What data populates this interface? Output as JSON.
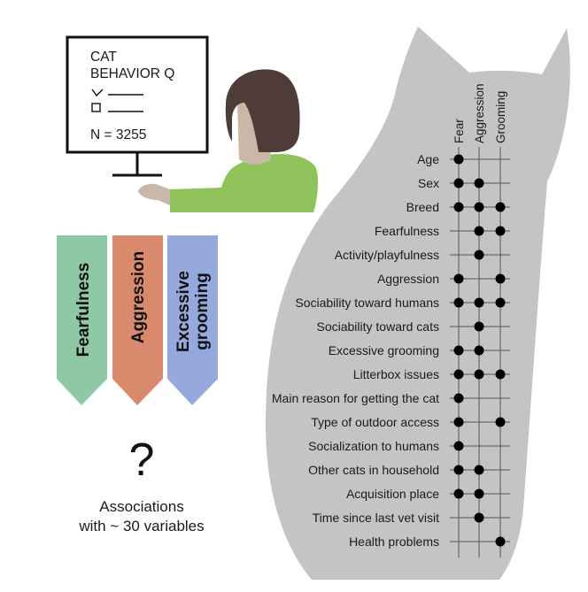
{
  "questionnaire": {
    "title_line1": "CAT",
    "title_line2": "BEHAVIOR Q",
    "sample_size": "N = 3255"
  },
  "outcomes": [
    {
      "label": "Fearfulness",
      "color": "#8fc8a4"
    },
    {
      "label": "Aggression",
      "color": "#d98a6d"
    },
    {
      "label_line1": "Excessive",
      "label_line2": "grooming",
      "color": "#96a9dc"
    }
  ],
  "question_mark": "?",
  "associations": {
    "line1": "Associations",
    "line2": "with ~ 30 variables"
  },
  "matrix": {
    "columns": [
      "Fear",
      "Aggression",
      "Grooming"
    ],
    "rows": [
      {
        "label": "Age",
        "marks": [
          1,
          0,
          0
        ]
      },
      {
        "label": "Sex",
        "marks": [
          1,
          1,
          0
        ]
      },
      {
        "label": "Breed",
        "marks": [
          1,
          1,
          1
        ]
      },
      {
        "label": "Fearfulness",
        "marks": [
          0,
          1,
          1
        ]
      },
      {
        "label": "Activity/playfulness",
        "marks": [
          0,
          1,
          0
        ]
      },
      {
        "label": "Aggression",
        "marks": [
          1,
          0,
          1
        ]
      },
      {
        "label": "Sociability toward humans",
        "marks": [
          1,
          1,
          1
        ]
      },
      {
        "label": "Sociability toward cats",
        "marks": [
          0,
          1,
          0
        ]
      },
      {
        "label": "Excessive grooming",
        "marks": [
          1,
          1,
          0
        ]
      },
      {
        "label": "Litterbox issues",
        "marks": [
          1,
          1,
          1
        ]
      },
      {
        "label": "Main reason for getting the cat",
        "marks": [
          1,
          0,
          0
        ]
      },
      {
        "label": "Type of outdoor access",
        "marks": [
          1,
          0,
          1
        ]
      },
      {
        "label": "Socialization to humans",
        "marks": [
          1,
          0,
          0
        ]
      },
      {
        "label": "Other cats in household",
        "marks": [
          1,
          1,
          0
        ]
      },
      {
        "label": "Acquisition place",
        "marks": [
          1,
          1,
          0
        ]
      },
      {
        "label": "Time since last vet visit",
        "marks": [
          0,
          1,
          0
        ]
      },
      {
        "label": "Health problems",
        "marks": [
          0,
          0,
          1
        ]
      }
    ]
  },
  "colors": {
    "cat_silhouette": "#c4c4c4",
    "person_hair": "#4f3b37",
    "person_skin": "#c9b7a8",
    "person_shirt": "#8fc25a",
    "dot": "#000000",
    "grid_line": "#555555"
  }
}
